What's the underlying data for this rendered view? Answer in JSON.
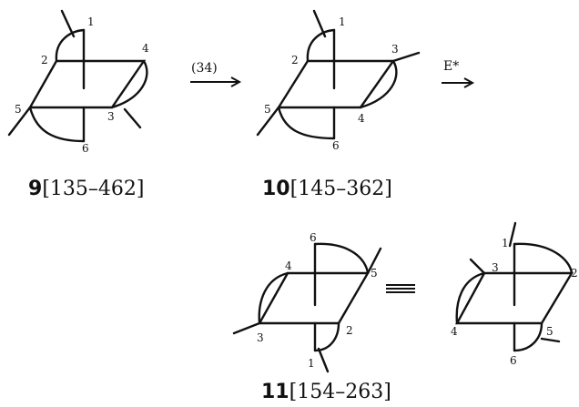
{
  "structures": [
    {
      "id": "s9",
      "labels": {
        "v1": "1",
        "v2": "2",
        "v3": "3",
        "v4": "4",
        "v5": "5",
        "v6": "6"
      },
      "caption": {
        "number": "9",
        "code": "[135–462]"
      }
    },
    {
      "id": "s10",
      "labels": {
        "v1": "1",
        "v2": "2",
        "v3": "3",
        "v4": "4",
        "v5": "5",
        "v6": "6"
      },
      "caption": {
        "number": "10",
        "code": "[145–362]"
      }
    },
    {
      "id": "s11a",
      "labels": {
        "v1": "1",
        "v2": "2",
        "v3": "3",
        "v4": "4",
        "v5": "5",
        "v6": "6"
      },
      "caption": {
        "number": "11",
        "code": "[154–263]"
      }
    },
    {
      "id": "s11b",
      "labels": {
        "v1": "1",
        "v2": "2",
        "v3": "3",
        "v4": "4",
        "v5": "5",
        "v6": "6"
      }
    }
  ],
  "arrows": [
    {
      "label": "(34)"
    },
    {
      "label": "E*"
    }
  ],
  "equivalence_symbol": "≡"
}
